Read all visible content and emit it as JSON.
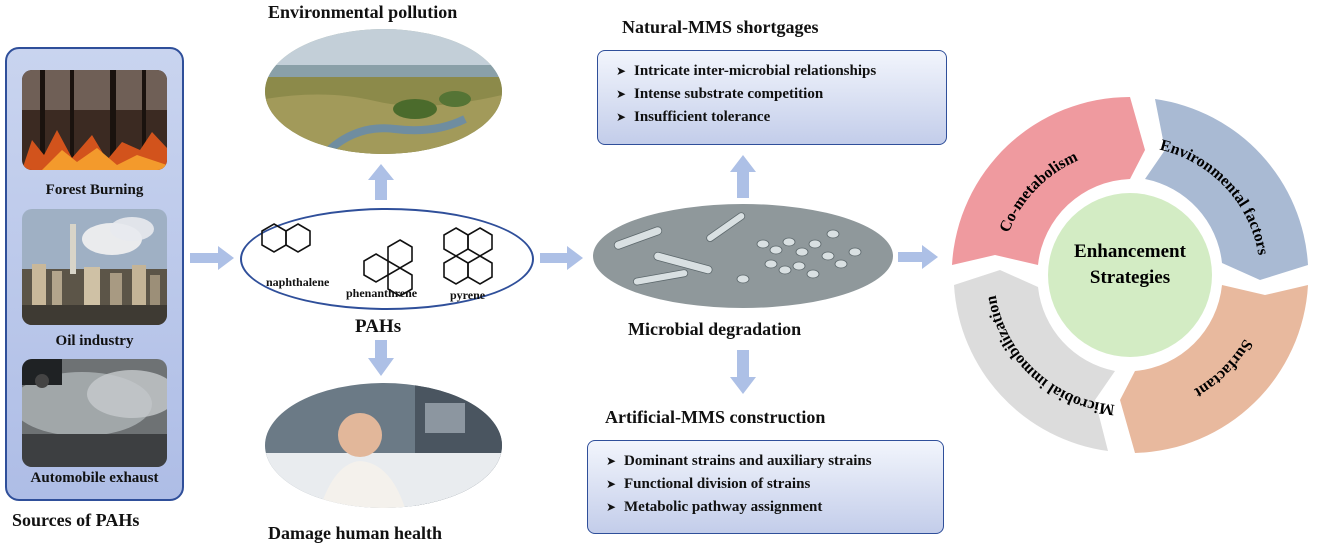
{
  "sources": {
    "title": "Sources of PAHs",
    "items": [
      {
        "label": "Forest Burning"
      },
      {
        "label": "Oil industry"
      },
      {
        "label": "Automobile exhaust"
      }
    ]
  },
  "pollution": {
    "title": "Environmental pollution"
  },
  "health": {
    "title": "Damage human health"
  },
  "pahs": {
    "title": "PAHs",
    "compounds": [
      "naphthalene",
      "phenanthrene",
      "pyrene"
    ]
  },
  "microbial": {
    "title": "Microbial degradation"
  },
  "natural": {
    "title": "Natural-MMS shortgages",
    "items": [
      "Intricate inter-microbial relationships",
      "Intense substrate competition",
      "Insufficient tolerance"
    ]
  },
  "artificial": {
    "title": "Artificial-MMS construction",
    "items": [
      "Dominant strains and auxiliary strains",
      "Functional division of strains",
      "Metabolic pathway assignment"
    ]
  },
  "strategies": {
    "center_line1": "Enhancement",
    "center_line2": "Strategies",
    "segments": [
      {
        "label": "Co-metabolism",
        "color": "#ef9a9f"
      },
      {
        "label": "Environmental factors",
        "color": "#a9bad3"
      },
      {
        "label": "Surfactant",
        "color": "#e8b99e"
      },
      {
        "label": "Microbial immobilization",
        "color": "#dcdcdc"
      }
    ],
    "center_color": "#d3ecc4"
  },
  "colors": {
    "arrow": "#adc0e6",
    "border": "#2f4f9a",
    "panel": "#bfcbec"
  }
}
